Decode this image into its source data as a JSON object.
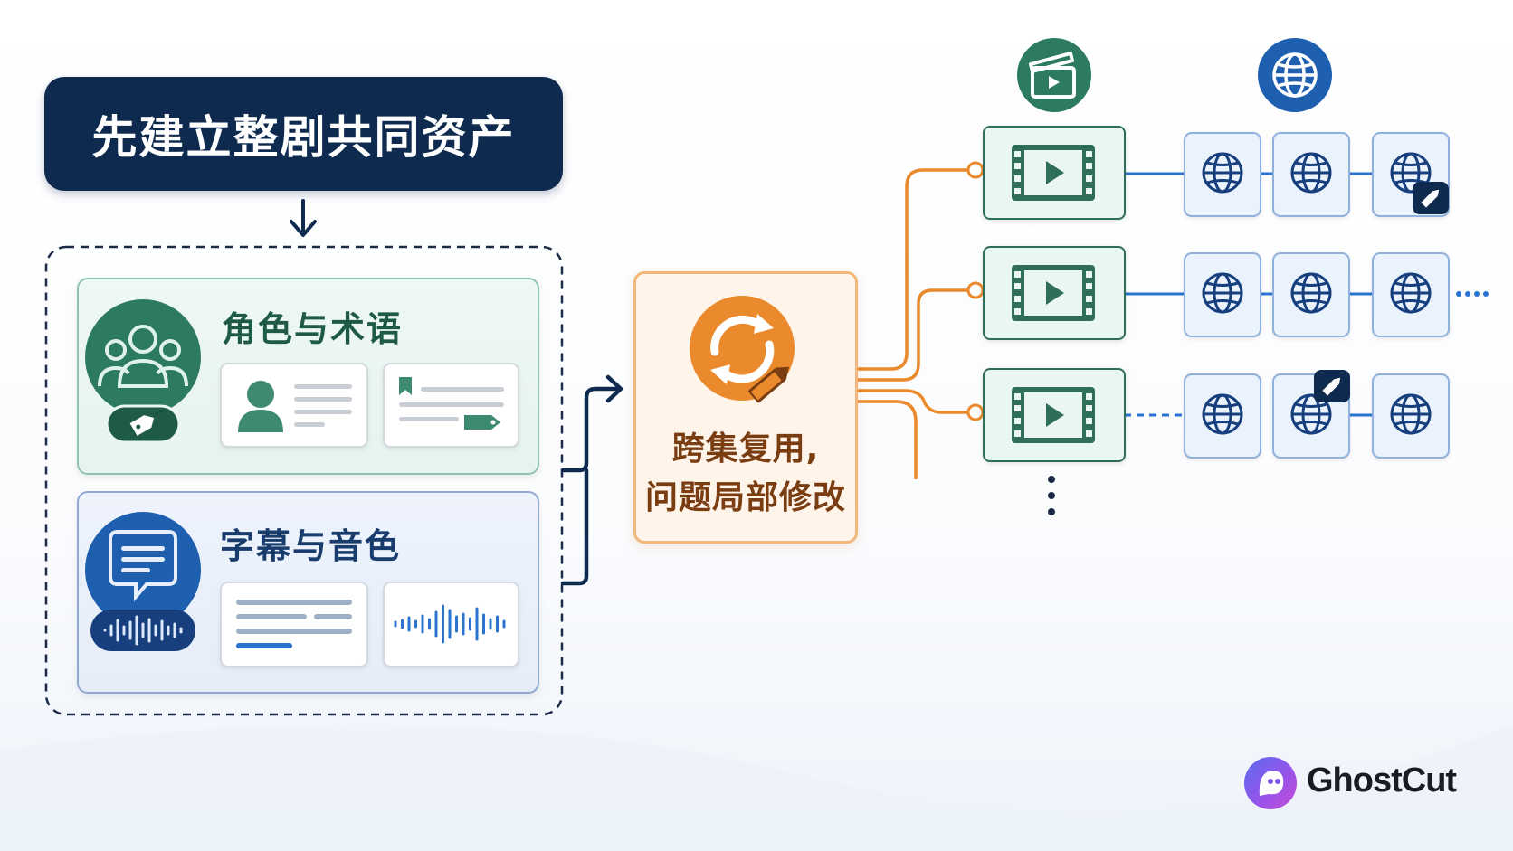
{
  "header": {
    "title": "先建立整剧共同资产"
  },
  "assets": {
    "roles": {
      "title": "角色与术语"
    },
    "subtitles": {
      "title": "字幕与音色"
    }
  },
  "center": {
    "line1": "跨集复用,",
    "line2": "问题局部修改"
  },
  "icons": {
    "clapper": "clapperboard-icon",
    "globe_header": "globe-icon",
    "film": "film-play-icon",
    "globe": "globe-icon",
    "edit": "pencil-icon",
    "refresh": "refresh-cycle-icon"
  },
  "brand": {
    "name": "GhostCut"
  },
  "colors": {
    "navy": "#0f2a4f",
    "teal": "#2f6e5b",
    "blue": "#1f5fb0",
    "orange": "#ea8a2c",
    "connector_blue": "#2a74cf"
  }
}
